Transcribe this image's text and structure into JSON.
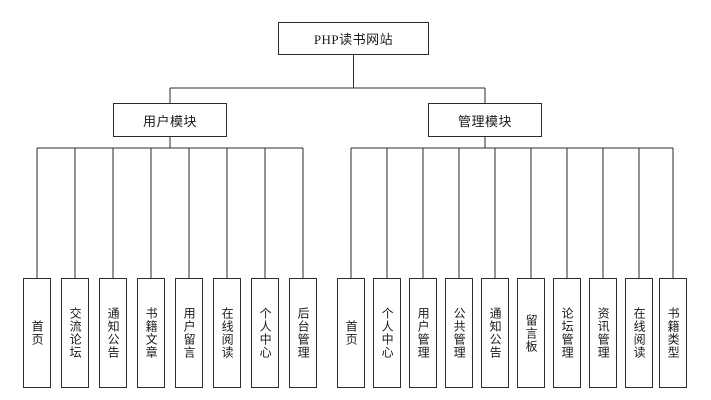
{
  "diagram": {
    "type": "tree-hierarchy-chart",
    "title": "PHP读书网站",
    "background_color": "#ffffff",
    "line_color": "#2b2b2b",
    "box_border_color": "#2b2b2b",
    "box_fill_color": "#ffffff",
    "text_color": "#1a1a1a",
    "root": {
      "label": "PHP读书网站"
    },
    "modules": [
      {
        "id": "user-module",
        "label": "用户模块",
        "children": [
          {
            "id": "user-home",
            "label": "首页"
          },
          {
            "id": "user-forum",
            "label": "交流论坛"
          },
          {
            "id": "user-notice",
            "label": "通知公告"
          },
          {
            "id": "user-articles",
            "label": "书籍文章"
          },
          {
            "id": "user-message",
            "label": "用户留言"
          },
          {
            "id": "user-reading",
            "label": "在线阅读"
          },
          {
            "id": "user-center",
            "label": "个人中心"
          },
          {
            "id": "user-backend",
            "label": "后台管理"
          }
        ]
      },
      {
        "id": "admin-module",
        "label": "管理模块",
        "children": [
          {
            "id": "admin-home",
            "label": "首页"
          },
          {
            "id": "admin-center",
            "label": "个人中心"
          },
          {
            "id": "admin-user-mgmt",
            "label": "用户管理"
          },
          {
            "id": "admin-public-mgmt",
            "label": "公共管理"
          },
          {
            "id": "admin-notice",
            "label": "通知公告"
          },
          {
            "id": "admin-board",
            "label": "留言板"
          },
          {
            "id": "admin-forum-mgmt",
            "label": "论坛管理"
          },
          {
            "id": "admin-news-mgmt",
            "label": "资讯管理"
          },
          {
            "id": "admin-reading",
            "label": "在线阅读"
          },
          {
            "id": "admin-book-type",
            "label": "书籍类型"
          }
        ]
      }
    ]
  }
}
